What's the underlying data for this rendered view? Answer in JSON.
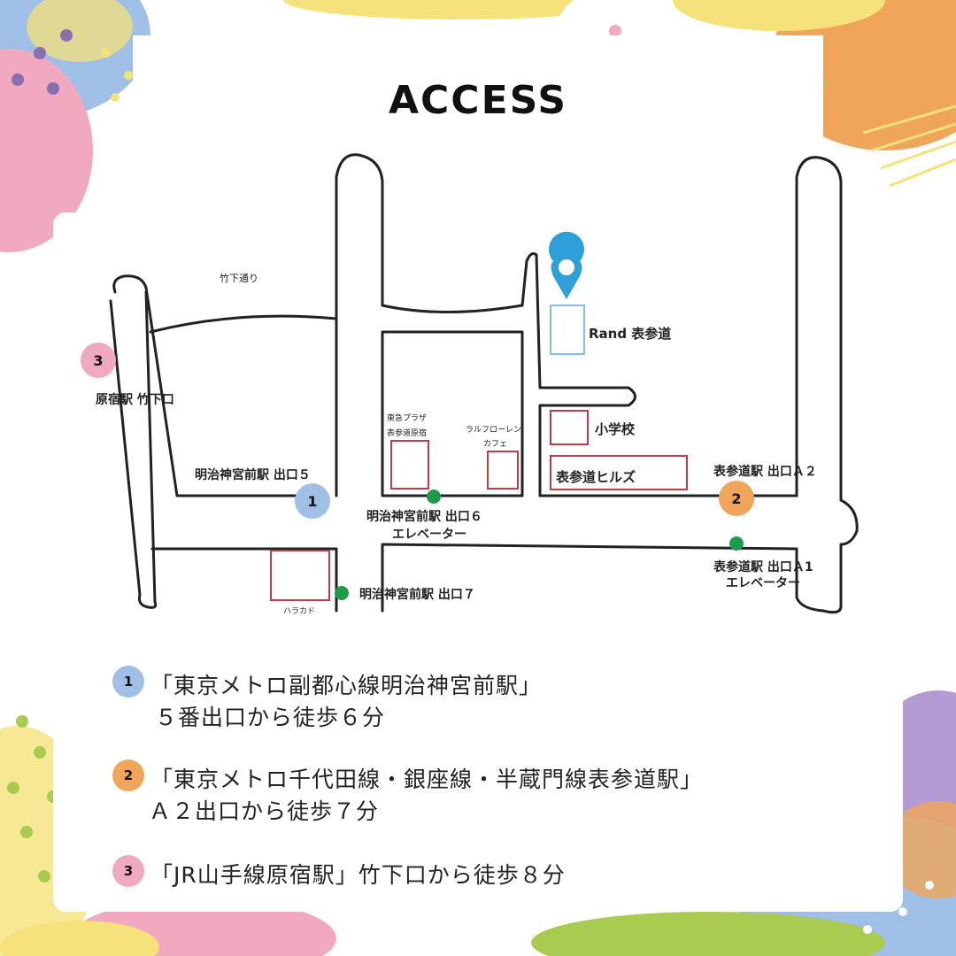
{
  "title": "ACCESS",
  "colors": {
    "blue": "#9fbfe6",
    "orange": "#f0a65a",
    "pink": "#f1a9c0",
    "green": "#1f9a4d",
    "pin": "#2e9fd8",
    "building": "#c23a4a",
    "target_building": "#7cc3e3",
    "road": "#222222"
  },
  "map": {
    "street_takeshita": "竹下通り",
    "target": "Rand 表参道",
    "buildings": {
      "tokyu_plaza_line1": "東急プラザ",
      "tokyu_plaza_line2": "表参道原宿",
      "ralph_line1": "ラルフローレン",
      "ralph_line2": "カフェ",
      "school": "小学校",
      "hills": "表参道ヒルズ",
      "harakado": "ハラカド"
    },
    "exits": {
      "harajuku_takeshita": "原宿駅 竹下口",
      "meiji_exit5": "明治神宮前駅 出口５",
      "meiji_exit6_line1": "明治神宮前駅 出口６",
      "meiji_exit6_line2": "エレベーター",
      "meiji_exit7": "明治神宮前駅 出口７",
      "omotesando_a2": "表参道駅 出口Ａ２",
      "omotesando_a1_line1": "表参道駅 出口Ａ1",
      "omotesando_a1_line2": "エレベーター"
    },
    "badges": [
      "1",
      "2",
      "3"
    ]
  },
  "directions": [
    {
      "num": "1",
      "line1": "「東京メトロ副都心線明治神宮前駅」",
      "line2": "５番出口から徒歩６分"
    },
    {
      "num": "2",
      "line1": "「東京メトロ千代田線・銀座線・半蔵門線表参道駅」",
      "line2": "Ａ２出口から徒歩７分"
    },
    {
      "num": "3",
      "line1": "「JR山手線原宿駅」竹下口から徒歩８分"
    }
  ]
}
